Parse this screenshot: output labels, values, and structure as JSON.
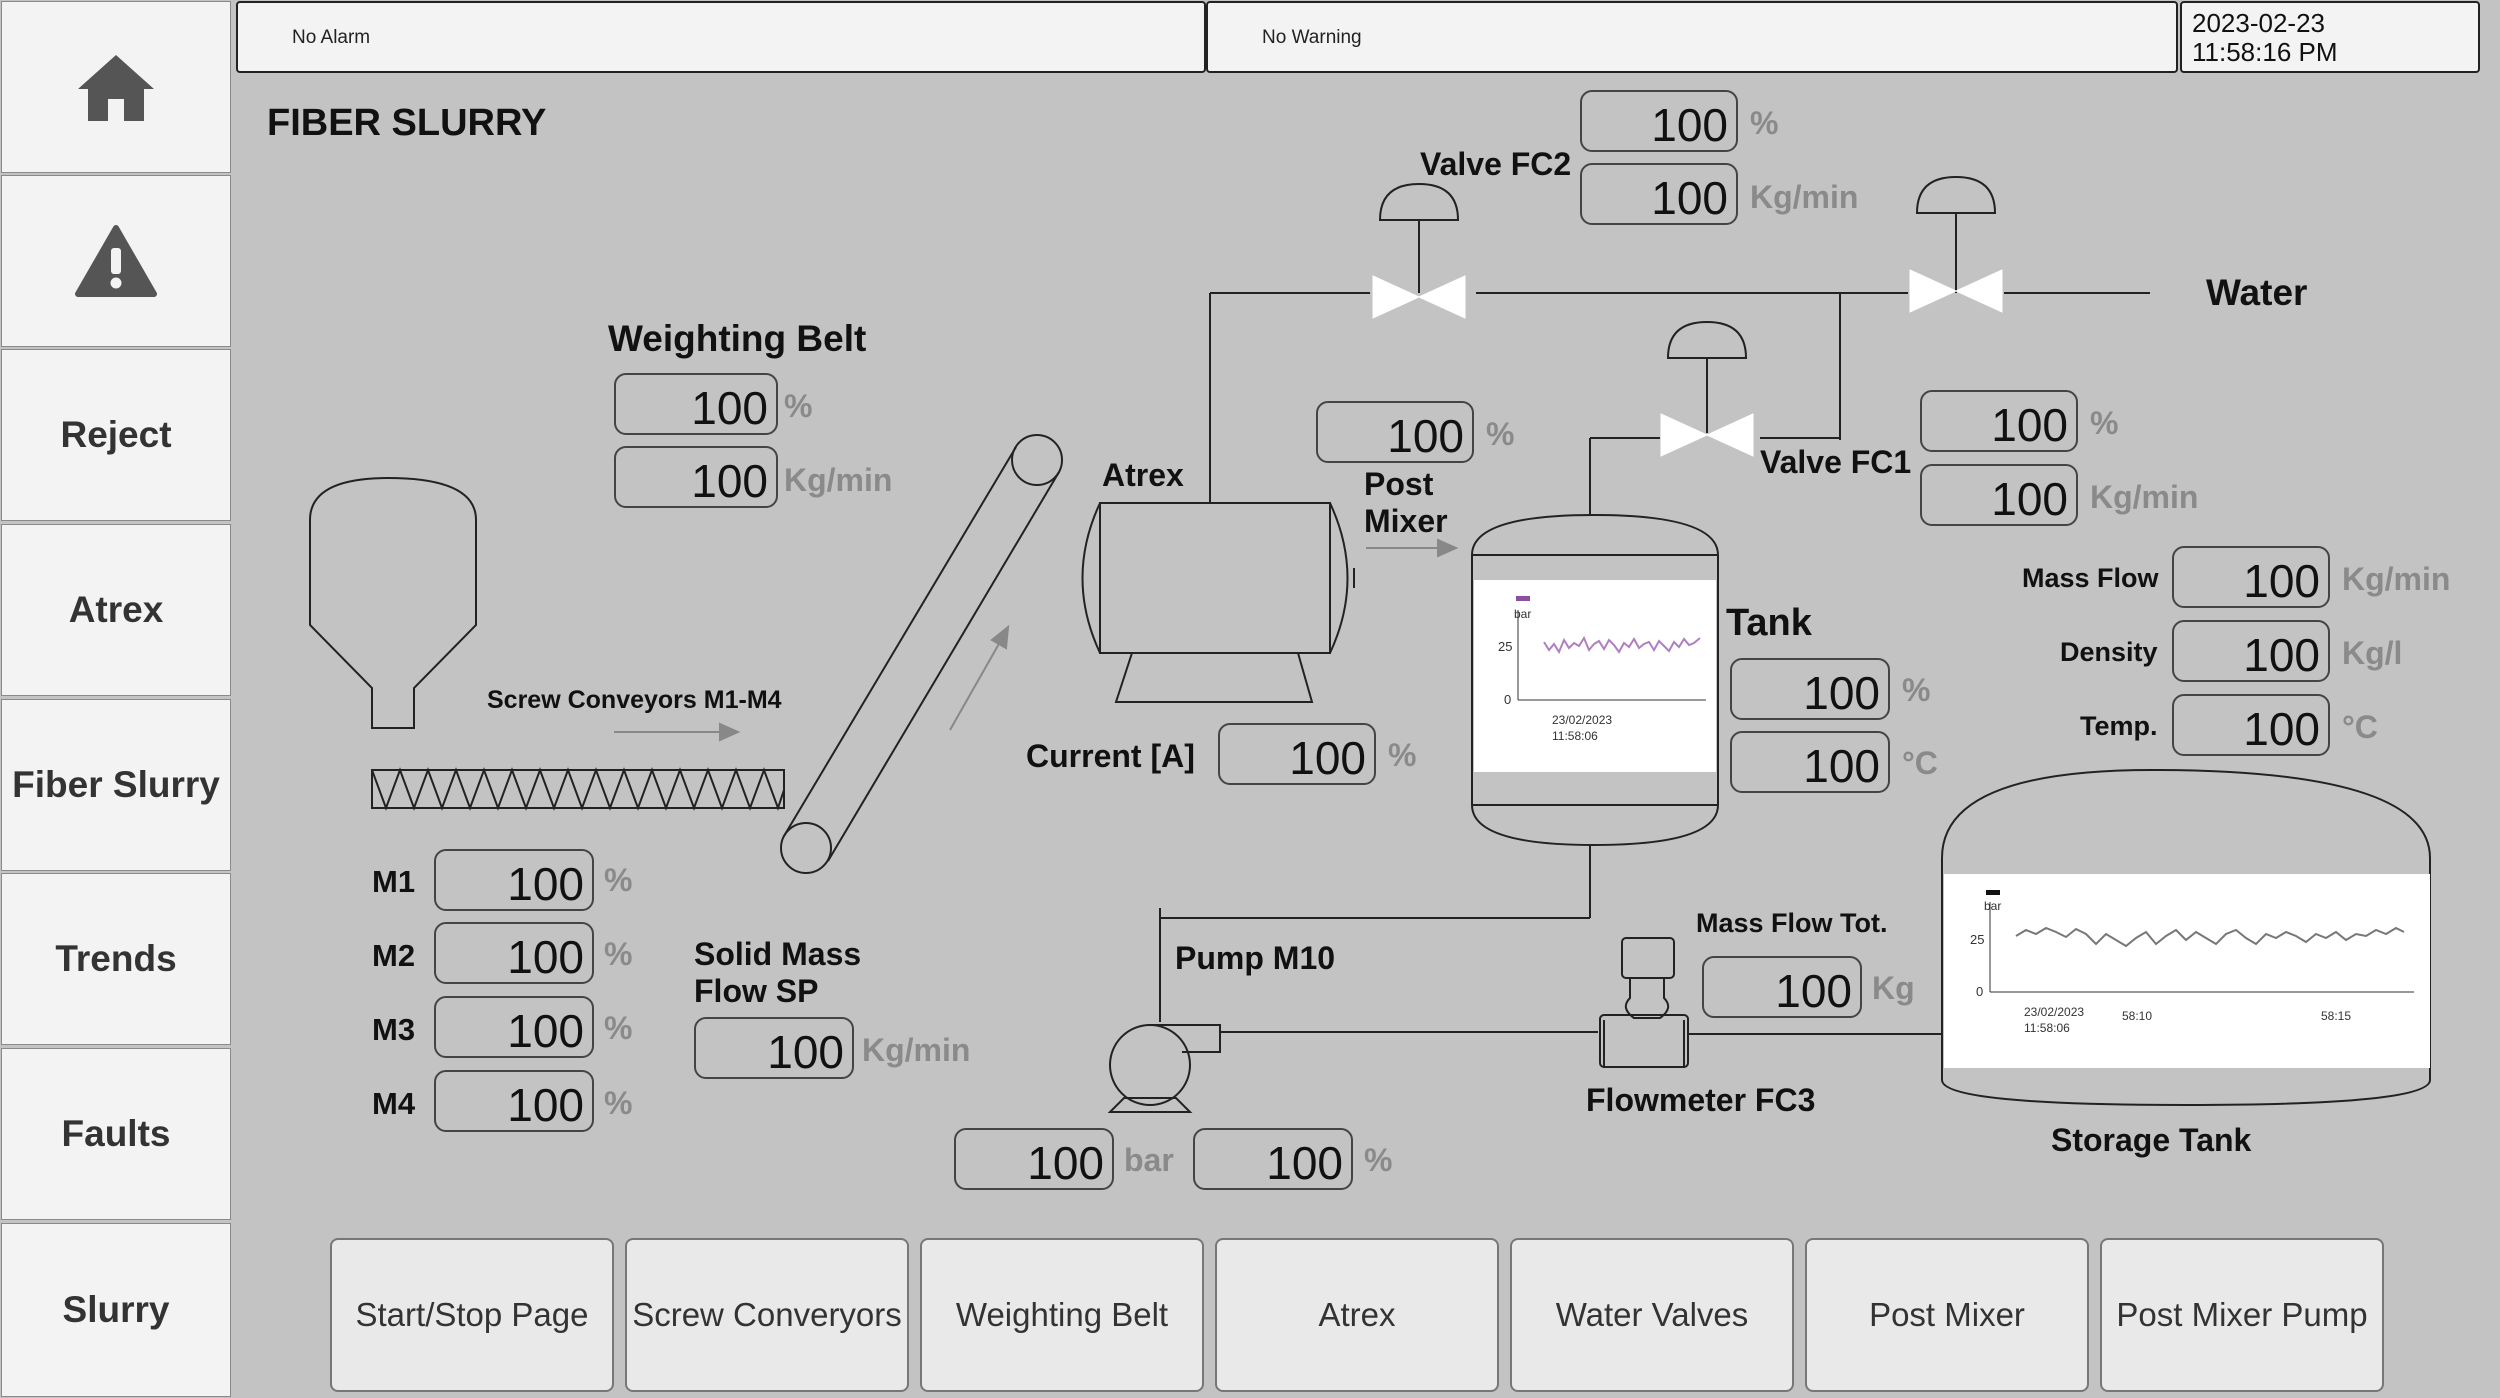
{
  "nav": {
    "items": [
      {
        "label": "",
        "icon": "home-icon"
      },
      {
        "label": "",
        "icon": "alarm-warning-icon"
      },
      {
        "label": "Reject"
      },
      {
        "label": "Atrex"
      },
      {
        "label": "Fiber Slurry"
      },
      {
        "label": "Trends"
      },
      {
        "label": "Faults"
      },
      {
        "label": "Slurry"
      }
    ]
  },
  "status": {
    "alarm": "No Alarm",
    "warning": "No Warning",
    "date": "2023-02-23",
    "time": "11:58:16 PM"
  },
  "page": {
    "title": "FIBER SLURRY"
  },
  "labels": {
    "weighting_belt": "Weighting Belt",
    "screw_conveyors": "Screw Conveyors M1-M4",
    "m1": "M1",
    "m2": "M2",
    "m3": "M3",
    "m4": "M4",
    "solid_mass_flow_1": "Solid Mass",
    "solid_mass_flow_2": "Flow SP",
    "atrex": "Atrex",
    "current": "Current [A]",
    "post_mixer_1": "Post",
    "post_mixer_2": "Mixer",
    "valve_fc2": "Valve FC2",
    "valve_fc1": "Valve FC1",
    "water": "Water",
    "tank": "Tank",
    "pump_m10": "Pump M10",
    "mass_flow_tot": "Mass Flow Tot.",
    "flowmeter_fc3": "Flowmeter FC3",
    "storage_tank": "Storage Tank",
    "mass_flow": "Mass Flow",
    "density": "Density",
    "temp": "Temp."
  },
  "values": {
    "weighting_belt_pct": "100",
    "weighting_belt_flow": "100",
    "m1": "100",
    "m2": "100",
    "m3": "100",
    "m4": "100",
    "solid_mass_flow_sp": "100",
    "atrex_current": "100",
    "post_mixer_pct": "100",
    "valve_fc2_pct": "100",
    "valve_fc2_flow": "100",
    "valve_fc1_pct": "100",
    "valve_fc1_flow": "100",
    "tank_pct": "100",
    "tank_temp": "100",
    "mass_flow": "100",
    "density": "100",
    "temp": "100",
    "mass_flow_tot": "100",
    "pump_bar": "100",
    "pump_pct": "100"
  },
  "units": {
    "pct": "%",
    "kgmin": "Kg/min",
    "kgl": "Kg/l",
    "degc": "°C",
    "kg": "Kg",
    "bar": "bar"
  },
  "tank_trend": {
    "unit": "bar",
    "y_ticks": [
      "25",
      "0"
    ],
    "x_date": "23/02/2023",
    "x_time": "11:58:06"
  },
  "storage_trend": {
    "unit": "bar",
    "y_ticks": [
      "25",
      "0"
    ],
    "x_date": "23/02/2023",
    "x_time": "11:58:06",
    "x_tick_2": "58:10",
    "x_tick_3": "58:15"
  },
  "tabs": [
    {
      "label": "Start/Stop Page"
    },
    {
      "label": "Screw Converyors"
    },
    {
      "label": "Weighting Belt"
    },
    {
      "label": "Atrex"
    },
    {
      "label": "Water Valves"
    },
    {
      "label": "Post Mixer"
    },
    {
      "label": "Post Mixer Pump"
    }
  ],
  "colors": {
    "background": "#c3c3c3",
    "tank_trend_line": "#b07fc0",
    "storage_trend_line": "#777777"
  }
}
